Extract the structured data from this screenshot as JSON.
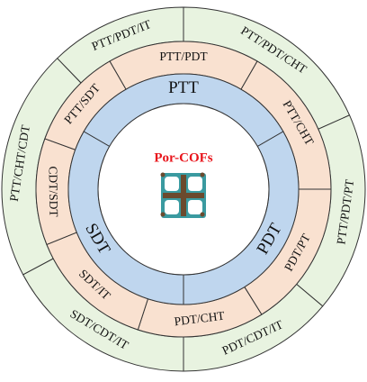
{
  "colors": {
    "outer_ring": "#E8F3E0",
    "middle_ring": "#F9E1D0",
    "inner_ring": "#BFD6EE",
    "center_fill": "#FFFFFF",
    "stroke": "#333333",
    "center_label": "#E8141B",
    "framework_teal": "#3A9AA0",
    "framework_brown": "#6B4A2E"
  },
  "center": {
    "label": "Por-COFs",
    "image_icon": "framework-structure-icon"
  },
  "inner_ring": [
    {
      "label": "PTT"
    },
    {
      "label": "PDT"
    },
    {
      "label": "SDT"
    }
  ],
  "middle_ring": [
    {
      "label": "PTT/PDT"
    },
    {
      "label": "PTT/CHT"
    },
    {
      "label": "PDT/PT"
    },
    {
      "label": "PDT/CHT"
    },
    {
      "label": "SDT/IT"
    },
    {
      "label": "CDT/SDT"
    },
    {
      "label": "PTT/SDT"
    }
  ],
  "outer_ring": [
    {
      "label": "PTT/PDT/CHT"
    },
    {
      "label": "PTT/PDT/PT"
    },
    {
      "label": "PDT/CDT/IT"
    },
    {
      "label": "SDT/CDT/IT"
    },
    {
      "label": "PTT/CHT/CDT"
    },
    {
      "label": "PTT/PDT/IT"
    }
  ]
}
